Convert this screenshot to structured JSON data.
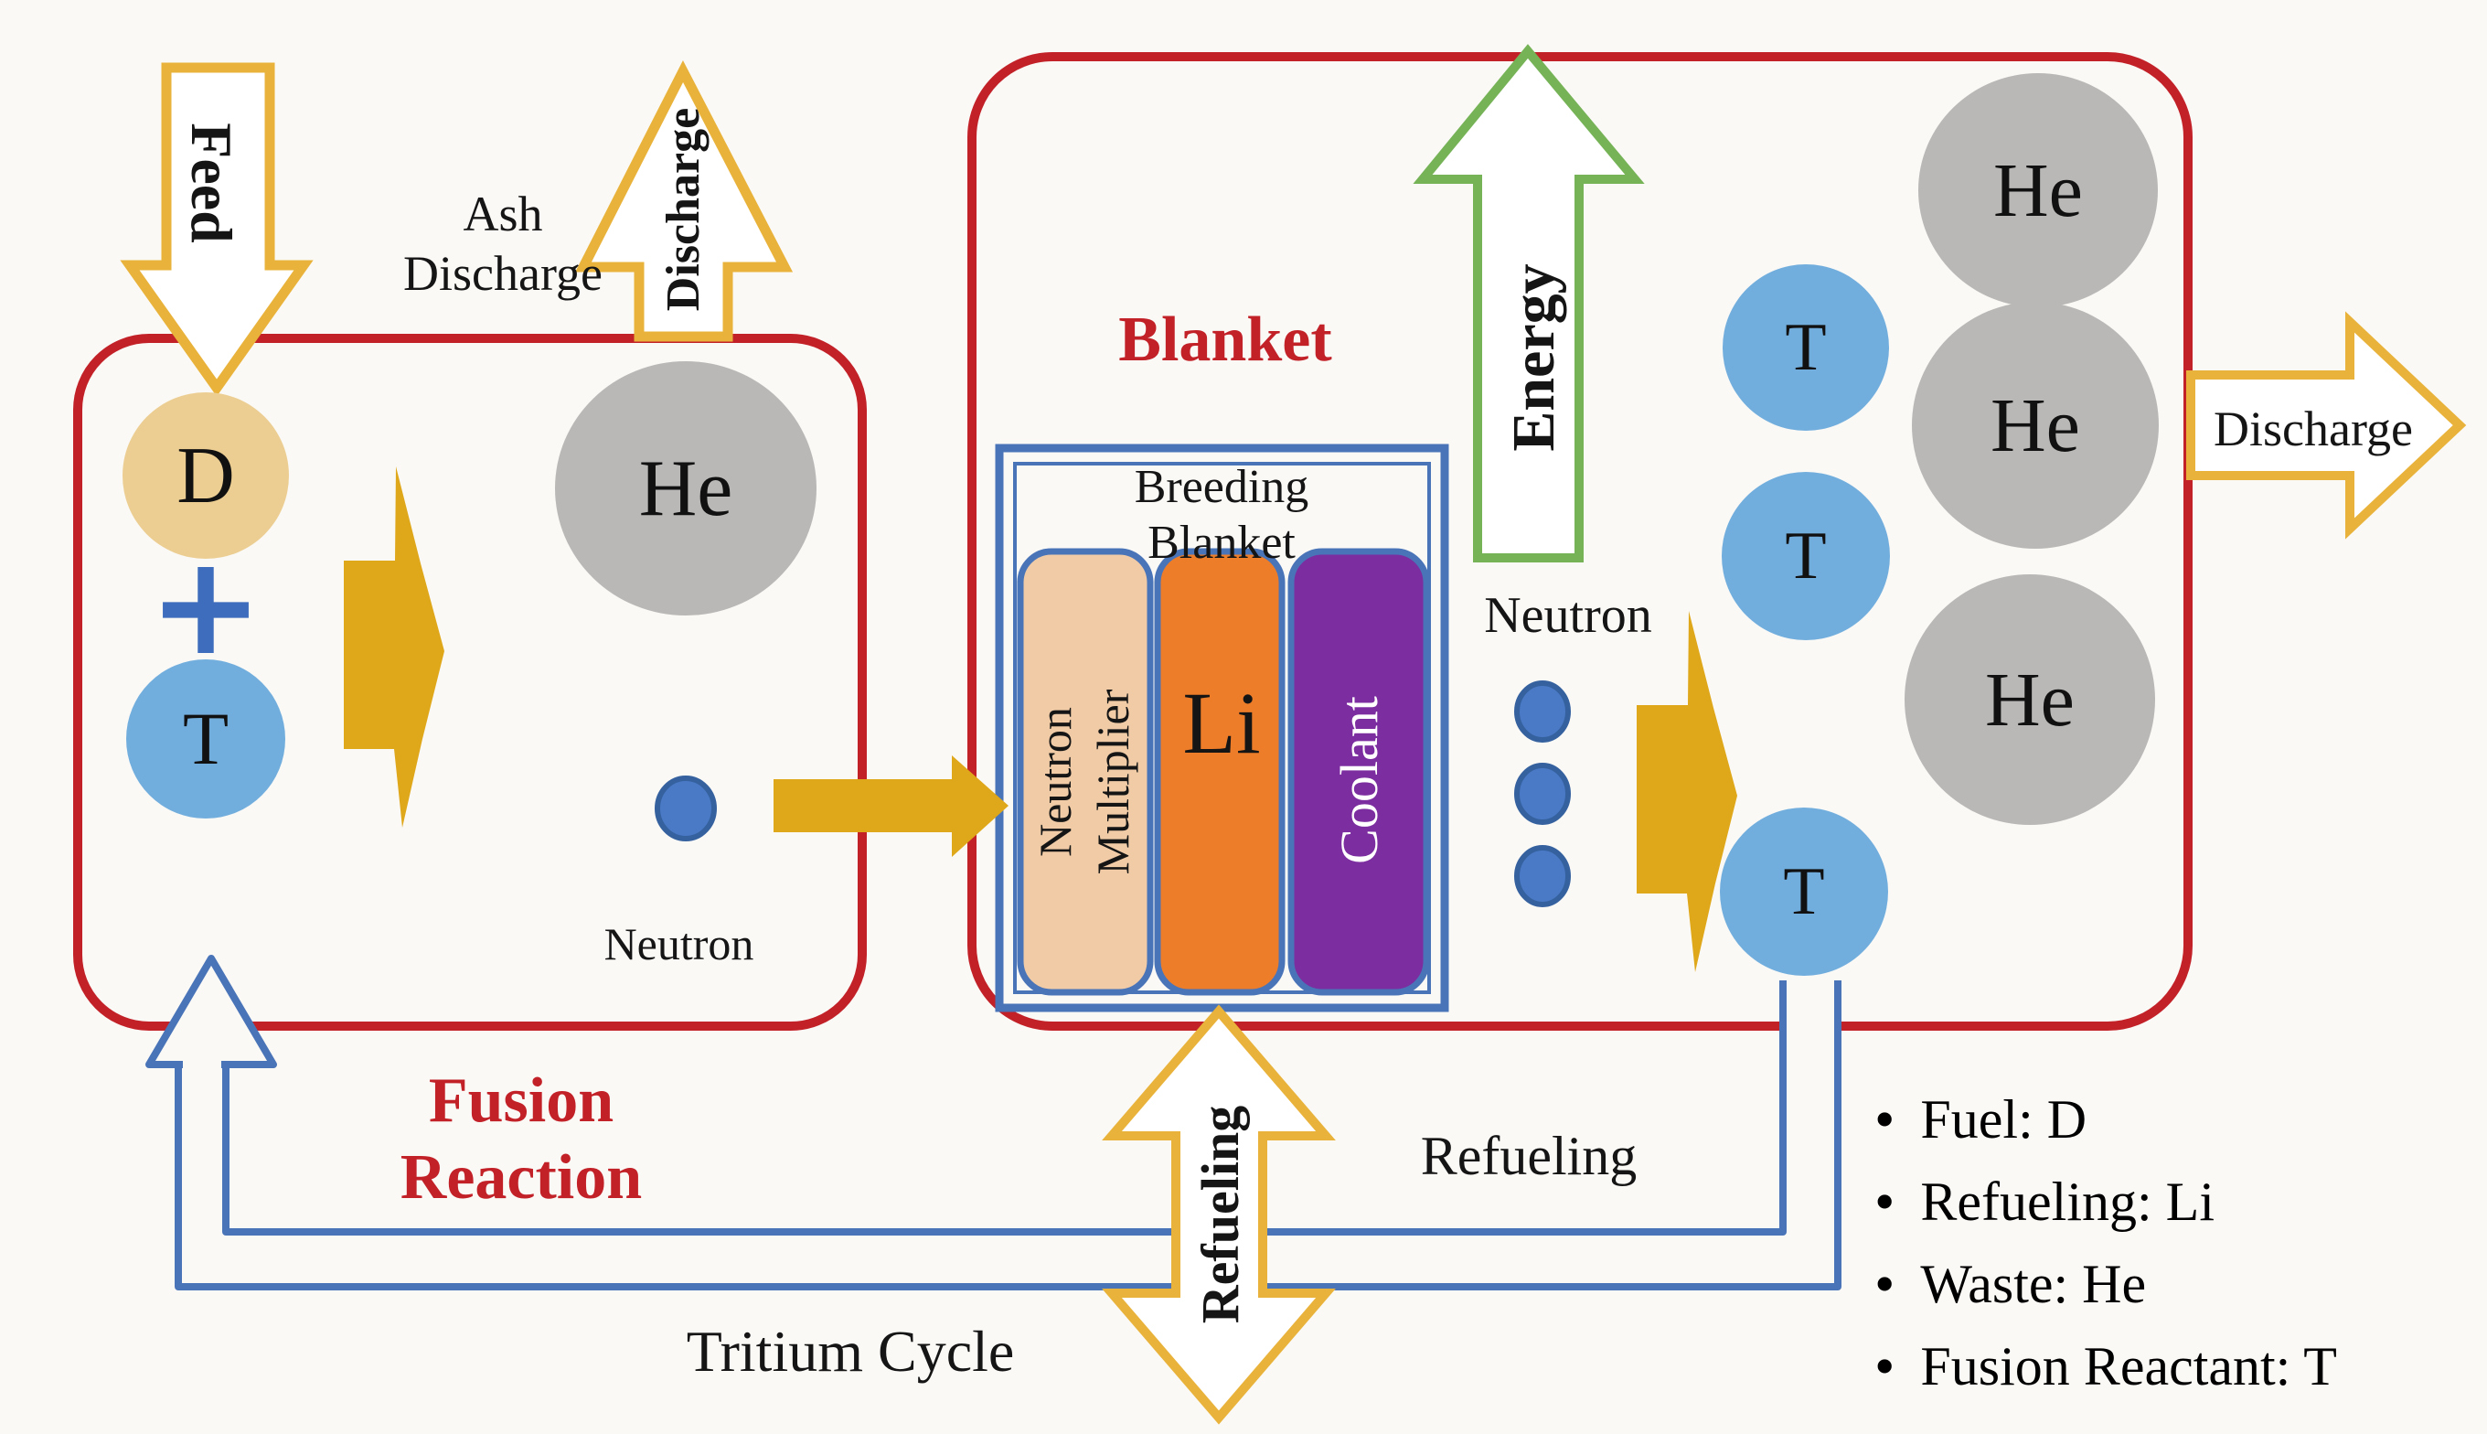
{
  "palette": {
    "box_red": "#c32128",
    "arrow_yellow_outline": "#e9b33b",
    "arrow_yellow_solid": "#dfa71a",
    "pipe_blue": "#4a74b8",
    "energy_green": "#76b357",
    "d_fill": "#ecce92",
    "t_fill": "#72aedd",
    "he_fill": "#b9b8b6",
    "multiplier_fill": "#f0cba6",
    "li_fill": "#ee7d2a",
    "coolant_fill": "#7c2da0",
    "neutron_dot": "#4a7ac6",
    "plus_blue": "#3e6dbd"
  },
  "feed": {
    "label": "Feed"
  },
  "ash": {
    "line1": "Ash",
    "line2": "Discharge",
    "arrow_label": "Discharge"
  },
  "fusion": {
    "title": "Fusion Reaction",
    "d": "D",
    "plus": "+",
    "t": "T",
    "he": "He",
    "neutron": "Neutron"
  },
  "blanket": {
    "title": "Blanket",
    "energy": "Energy",
    "neutron": "Neutron",
    "discharge": "Discharge",
    "breeding": {
      "line1": "Breeding",
      "line2": "Blanket",
      "multiplier_line1": "Neutron",
      "multiplier_line2": "Multiplier",
      "li": "Li",
      "coolant": "Coolant"
    },
    "t_particles": [
      "T",
      "T",
      "T"
    ],
    "he_particles": [
      "He",
      "He",
      "He"
    ]
  },
  "refueling": {
    "arrow_label": "Refueling",
    "label": "Refueling"
  },
  "cycle": {
    "label": "Tritium Cycle"
  },
  "legend": {
    "bullet": "•",
    "items": [
      "Fuel: D",
      "Refueling: Li",
      "Waste: He",
      "Fusion Reactant: T"
    ]
  }
}
